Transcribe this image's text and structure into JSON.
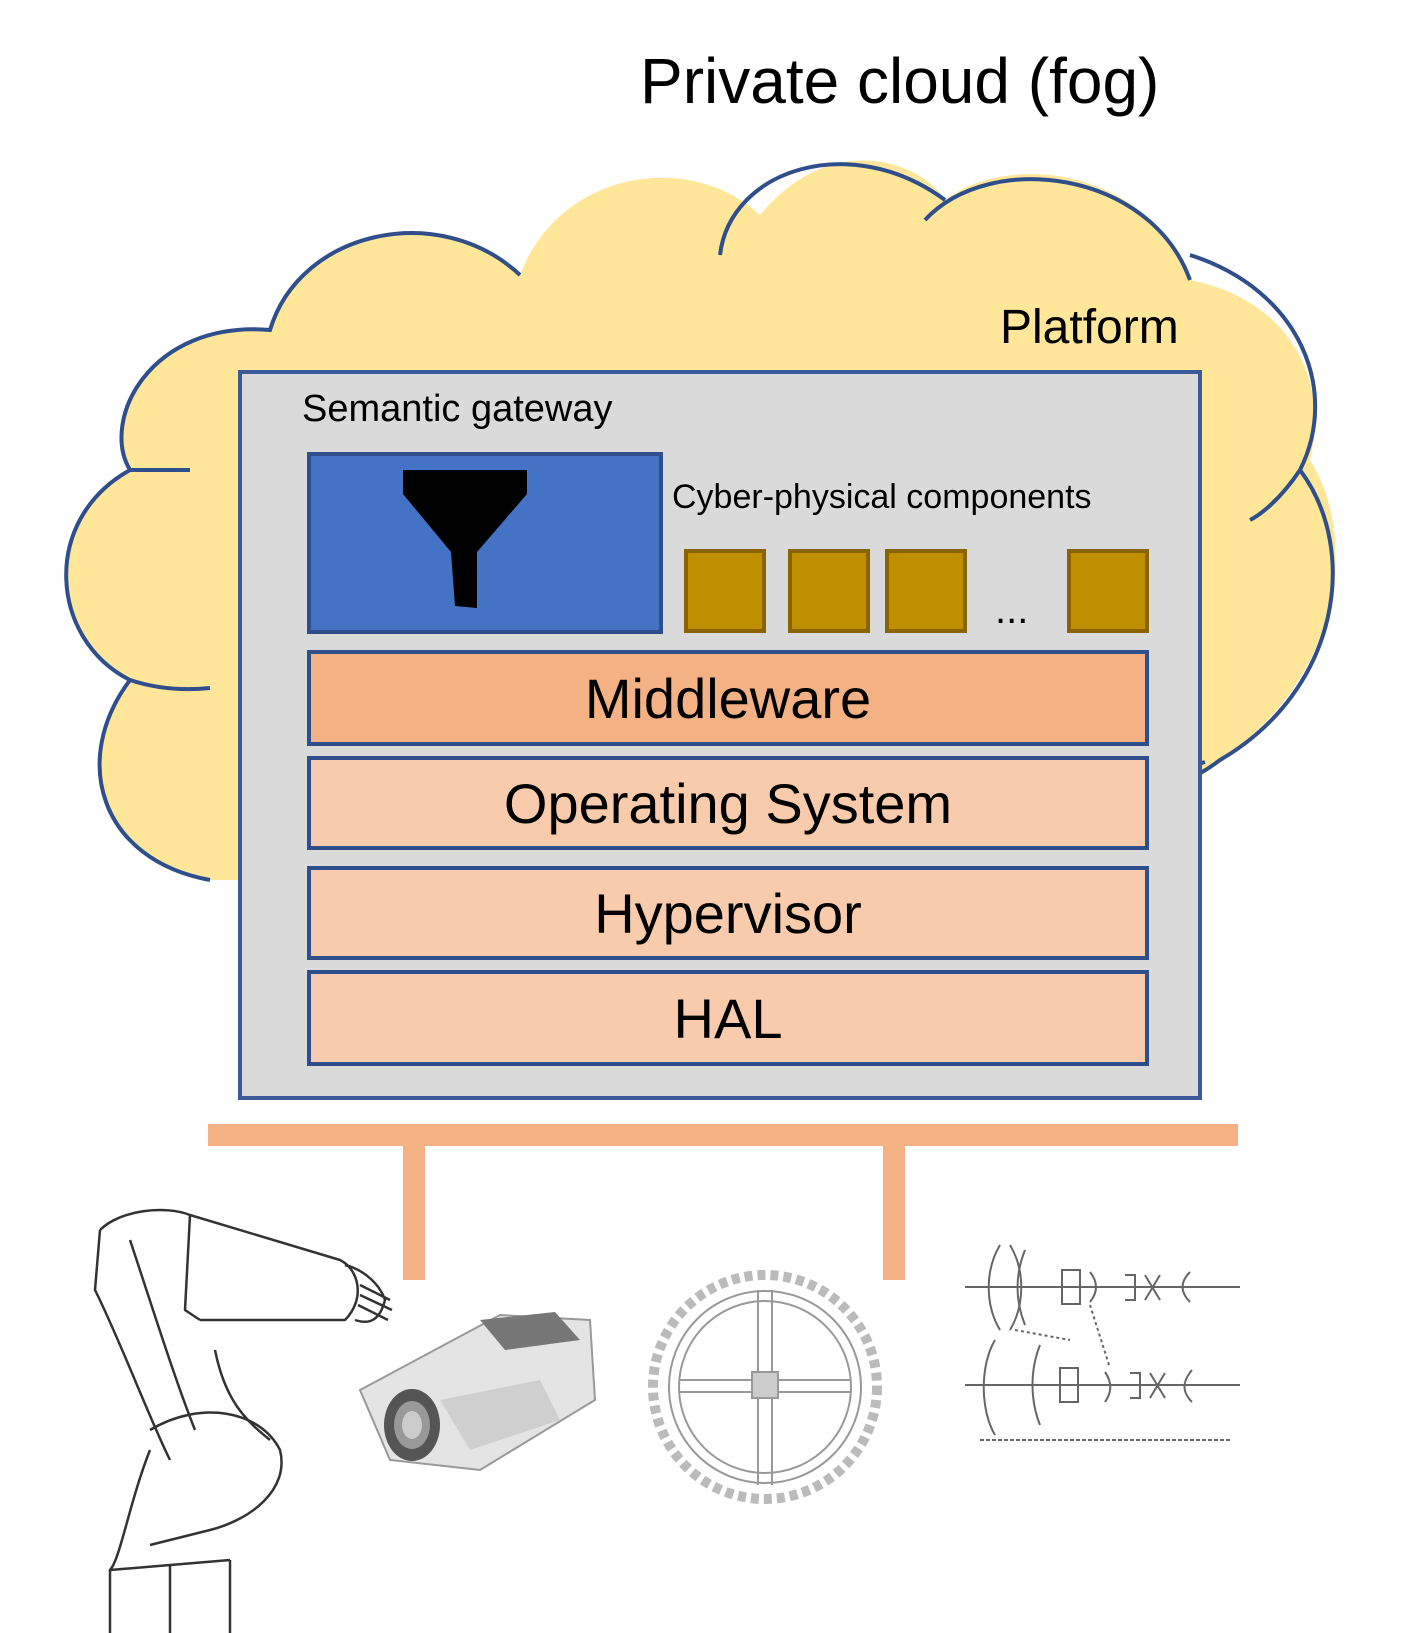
{
  "diagram": {
    "title": "Private cloud (fog)",
    "platform_label": "Platform",
    "gateway_label": "Semantic gateway",
    "gateway_icon": "funnel-filter-icon",
    "components_label": "Cyber-physical components",
    "ellipsis": "...",
    "layers": [
      "Middleware",
      "Operating System",
      "Hypervisor",
      "HAL"
    ],
    "devices": [
      "robot-arm-icon",
      "security-camera-icon",
      "gear-wheel-icon",
      "optical-lens-schematic-icon"
    ],
    "colors": {
      "cloud_fill": "#ffe699",
      "cloud_stroke": "#2f4e8c",
      "platform_fill": "#dadada",
      "gateway_fill": "#4472c4",
      "component_fill": "#bf8f00",
      "middleware_fill": "#f4b183",
      "layer_fill": "#f8cbad",
      "bus_color": "#f4b183"
    }
  }
}
